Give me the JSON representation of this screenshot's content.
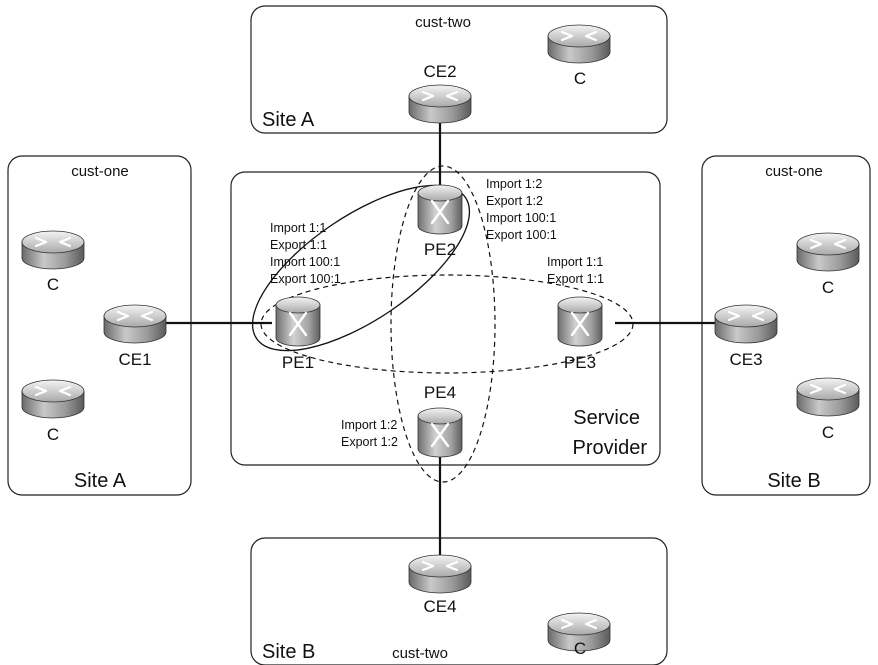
{
  "sites": {
    "top": {
      "customer": "cust-two",
      "site": "Site A"
    },
    "left": {
      "customer": "cust-one",
      "site": "Site A"
    },
    "right": {
      "customer": "cust-one",
      "site": "Site B"
    },
    "bottom": {
      "customer": "cust-two",
      "site": "Site B"
    }
  },
  "provider": {
    "line1": "Service",
    "line2": "Provider"
  },
  "routers": {
    "ce1": "CE1",
    "ce2": "CE2",
    "ce3": "CE3",
    "ce4": "CE4",
    "pe1": "PE1",
    "pe2": "PE2",
    "pe3": "PE3",
    "pe4": "PE4",
    "c_top": "C",
    "c_left_upper": "C",
    "c_left_lower": "C",
    "c_right_upper": "C",
    "c_right_lower": "C",
    "c_bottom": "C"
  },
  "vrf": {
    "pe1": [
      "Import 1:1",
      "Export 1:1",
      "Import 100:1",
      "Export 100:1"
    ],
    "pe2": [
      "Import 1:2",
      "Export 1:2",
      "Import 100:1",
      "Export 100:1"
    ],
    "pe3": [
      "Import 1:1",
      "Export 1:1"
    ],
    "pe4": [
      "Import 1:2",
      "Export 1:2"
    ]
  }
}
